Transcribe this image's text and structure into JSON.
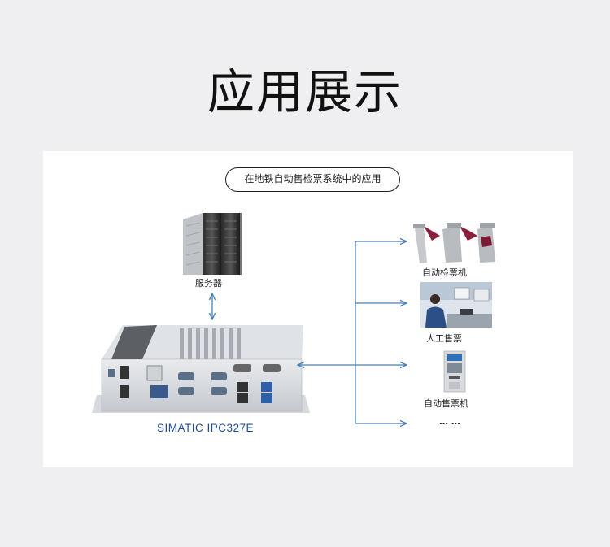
{
  "page": {
    "title": "应用展示"
  },
  "diagram": {
    "header": "在地铁自动售检票系统中的应用",
    "server_label": "服务器",
    "ipc_label": "SIMATIC IPC327E",
    "branches": [
      {
        "label": "自动检票机",
        "icon": "ticket-gate-icon"
      },
      {
        "label": "人工售票",
        "icon": "ticket-clerk-icon"
      },
      {
        "label": "自动售票机",
        "icon": "ticket-vending-machine-icon"
      },
      {
        "label": "… …",
        "icon": "ellipsis"
      }
    ],
    "colors": {
      "arrow": "#4a7fb6",
      "ipc_label": "#1f4f9b",
      "background": "#efeff1",
      "panel": "#ffffff"
    }
  }
}
